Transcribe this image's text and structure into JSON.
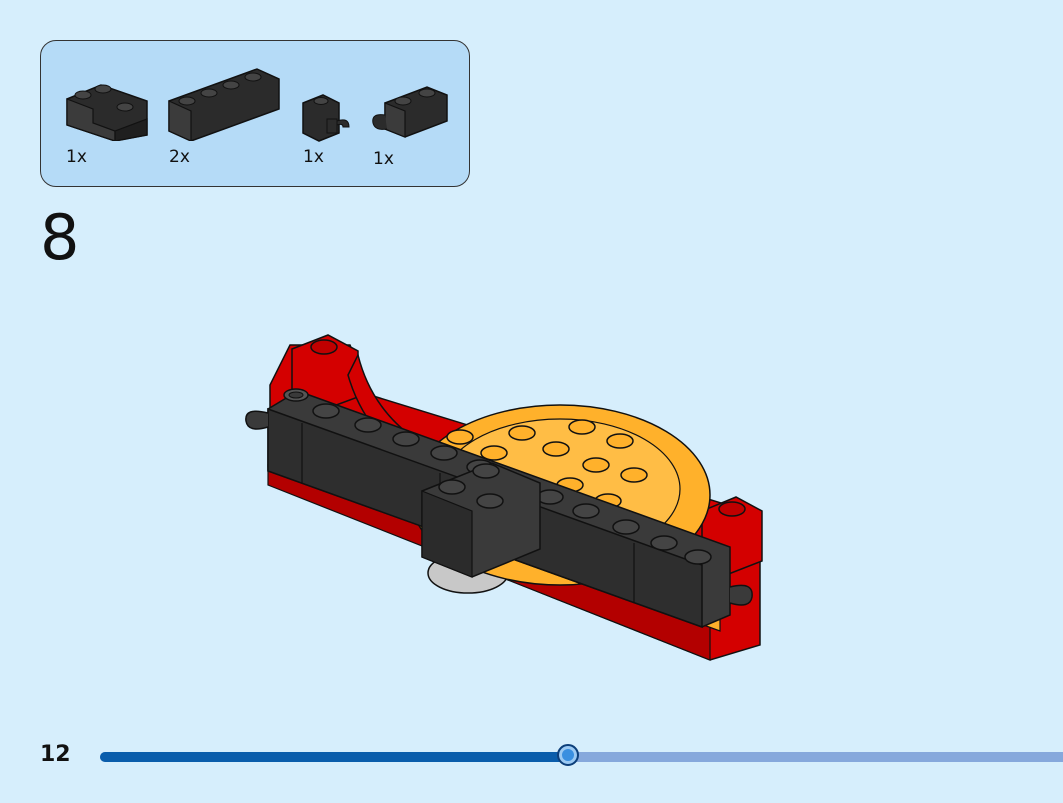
{
  "parts_box": {
    "parts": [
      {
        "qty": "1x",
        "icon": "black-corner-brick-icon"
      },
      {
        "qty": "2x",
        "icon": "black-1x4-brick-icon"
      },
      {
        "qty": "1x",
        "icon": "black-1x1-clip-brick-icon"
      },
      {
        "qty": "1x",
        "icon": "black-1x2-clip-brick-icon"
      }
    ]
  },
  "step": {
    "number": "8"
  },
  "model": {
    "icon": "assembled-model-step-8-icon"
  },
  "footer": {
    "page_number": "12",
    "progress_fraction": 0.486
  },
  "colors": {
    "background": "#d6eefc",
    "parts_box_bg": "#b5dbf7",
    "brick_black": "#3a3a3a",
    "brick_red": "#d40000",
    "brick_orange": "#ffb12b",
    "progress_fill": "#0a5dab",
    "progress_track": "#86a8dc"
  }
}
